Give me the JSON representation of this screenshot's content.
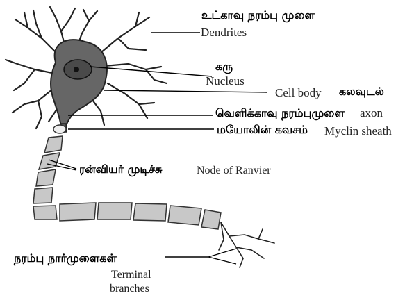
{
  "labels": {
    "dendrites_ta": "உட்காவு நரம்பு முளை",
    "dendrites_en": "Dendrites",
    "nucleus_ta": "கரு",
    "nucleus_en": "Nucleus",
    "cell_body_en": "Cell body",
    "cell_body_ta": "கலவுடல்",
    "axon_ta": "வெளிக்காவு நரம்புமுளை",
    "axon_en": "axon",
    "myelin_ta": "மயோலின் கவசம்",
    "myelin_en": "Myclin sheath",
    "ranvier_ta": "ரன்வியர் முடிச்சு",
    "ranvier_en": "Node of Ranvier",
    "terminal_ta": "நரம்பு நார்முளைகள்",
    "terminal_en_line1": "Terminal",
    "terminal_en_line2": "branches"
  }
}
